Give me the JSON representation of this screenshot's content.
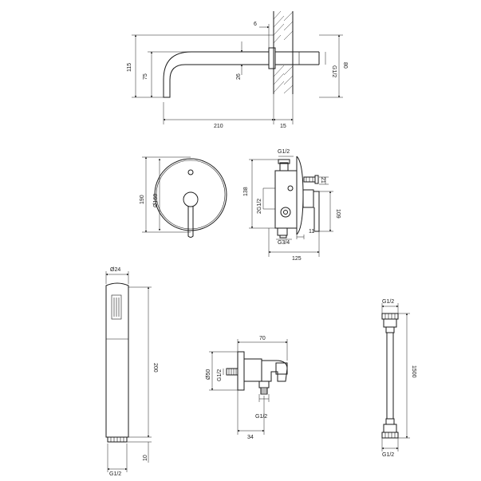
{
  "spout": {
    "dim_6": "6",
    "dim_115": "115",
    "dim_75": "75",
    "dim_26": "26",
    "dim_thread": "G1/2",
    "dim_80": "80",
    "dim_210": "210",
    "dim_15": "15"
  },
  "mixer": {
    "dim_190": "190",
    "dim_diameter": "Ø168",
    "dim_138": "138",
    "dim_thread_top": "G1/2",
    "dim_thread_side": "2G1/2",
    "dim_21": "21",
    "dim_109": "109",
    "dim_11": "11",
    "dim_thread_bottom": "G3/4",
    "dim_125": "125"
  },
  "hand_shower": {
    "dim_diameter": "Ø24",
    "dim_200": "200",
    "dim_10": "10",
    "dim_thread": "G1/2"
  },
  "wall_outlet": {
    "dim_70": "70",
    "dim_diameter": "Ø50",
    "dim_thread_side": "G1/2",
    "dim_thread_bottom": "G1/2",
    "dim_34": "34"
  },
  "hose": {
    "dim_thread_top": "G1/2",
    "dim_length": "1500",
    "dim_thread_bottom": "G1/2"
  }
}
